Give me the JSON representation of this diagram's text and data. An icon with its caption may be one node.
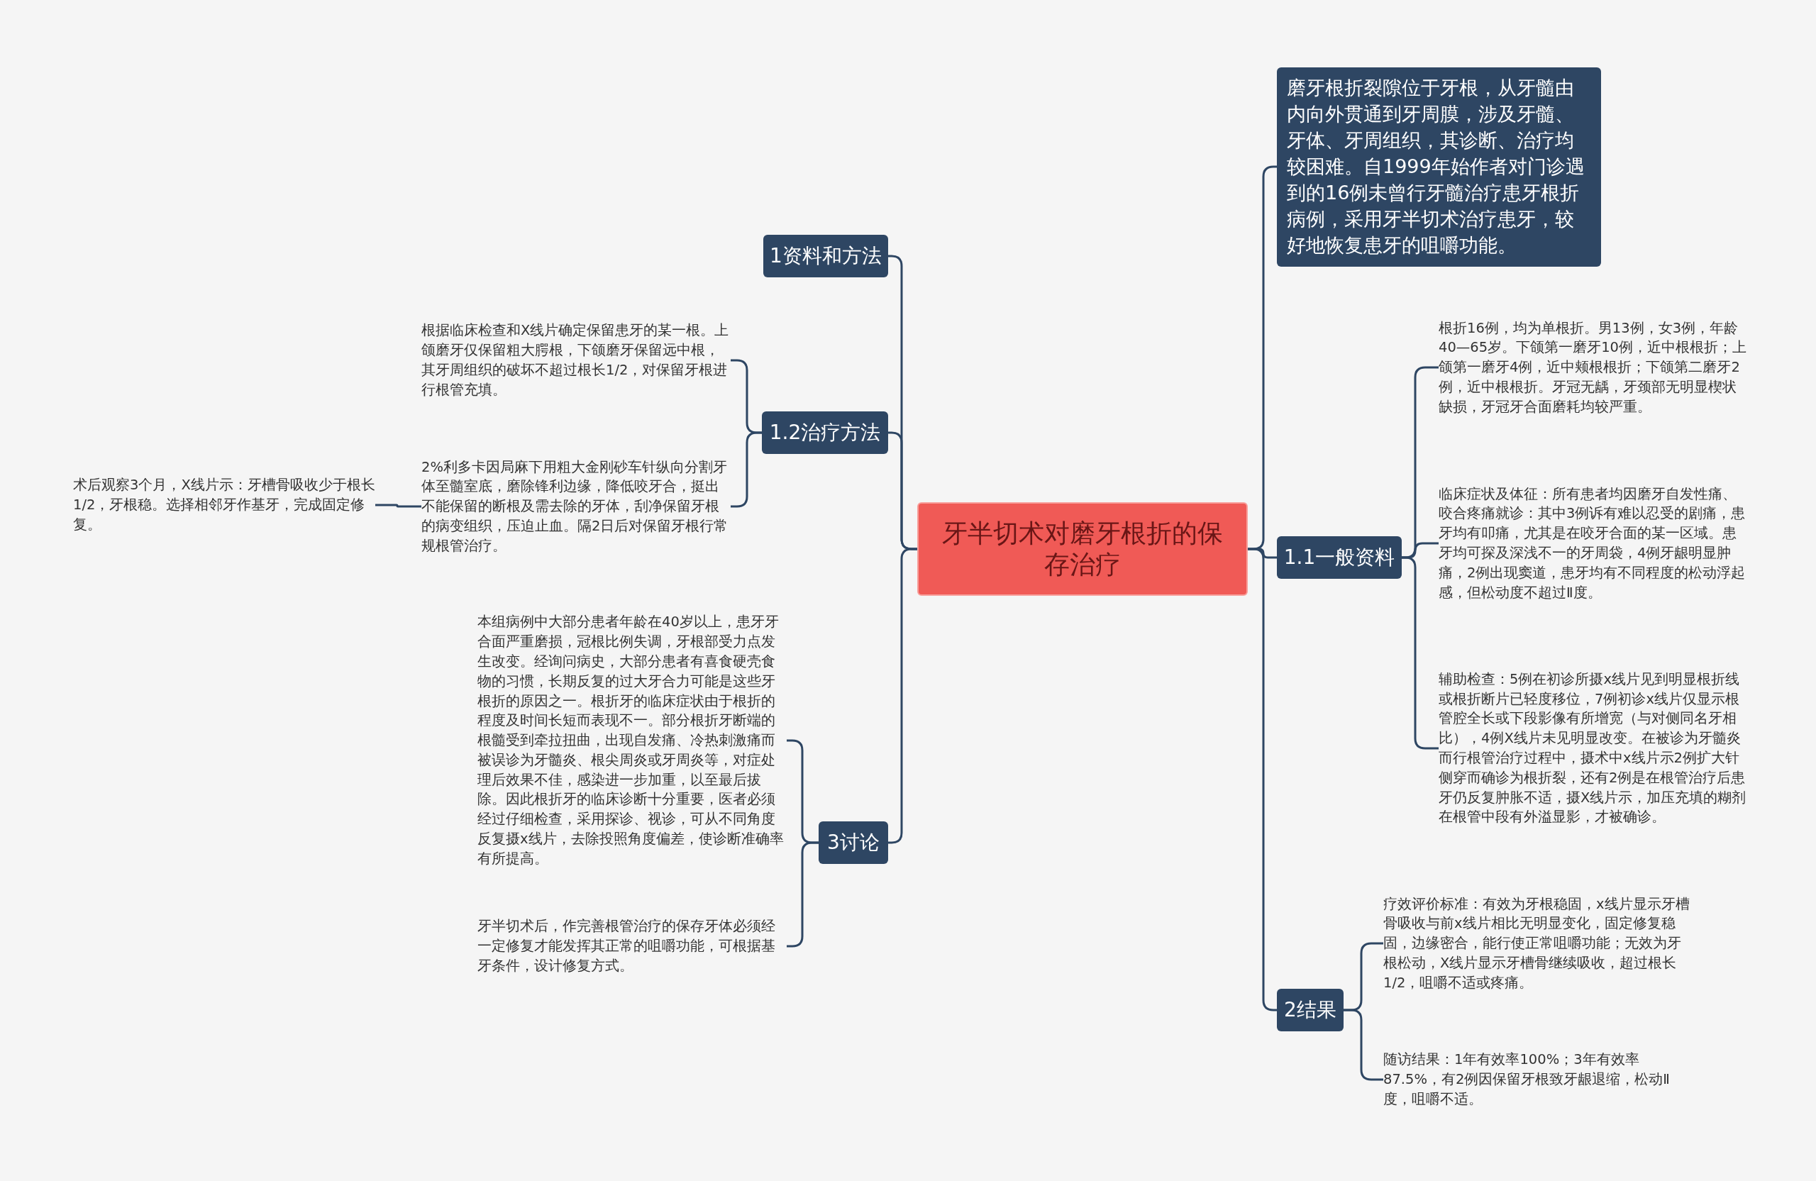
{
  "diagram": {
    "nodes": [
      {
        "text": [
          "牙半切术对磨牙根折的保存治疗"
        ]
      },
      {
        "text": [
          "1资料和方法"
        ]
      },
      {
        "text": [
          "1.2治疗方法"
        ]
      },
      {
        "text": [
          "根据临床检查和X线片确定保留患牙的某一根。上颌磨牙仅保留粗大腭根，下颌磨牙保留远中根，其牙周组织的破坏不超过根长1/2，对保留牙根进行根管充填。"
        ]
      },
      {
        "text": [
          "2%利多卡因局麻下用粗大金刚砂车针纵向分割牙体至髓室底，磨除锋利边缘，降低咬牙合，挺出不能保留的断根及需去除的牙体，刮净保留牙根的病变组织，压迫止血。隔2日后对保留牙根行常规根管治疗。"
        ]
      },
      {
        "text": [
          "术后观察3个月，X线片示：牙槽骨吸收少于根长1/2，牙根稳。选择相邻牙作基牙，完成固定修复。"
        ]
      },
      {
        "text": [
          "3讨论"
        ]
      },
      {
        "text": [
          "本组病例中大部分患者年龄在40岁以上，患牙牙合面严重磨损，冠根比例失调，牙根部受力点发生改变。经询问病史，大部分患者有喜食硬壳食物的习惯，长期反复的过大牙合力可能是这些牙根折的原因之一。根折牙的临床症状由于根折的程度及时间长短而表现不一。部分根折牙断端的根髓受到牵拉扭曲，出现自发痛、冷热刺激痛而被误诊为牙髓炎、根尖周炎或牙周炎等，对症处理后效果不佳，感染进一步加重，以至最后拔除。因此根折牙的临床诊断十分重要，医者必须经过仔细检查，采用探诊、视诊，可从不同角度反复摄x线片，去除投照角度偏差，使诊断准确率有所提高。"
        ]
      },
      {
        "text": [
          "牙半切术后，作完善根管治疗的保存牙体必须经一定修复才能发挥其正常的咀嚼功能，可根据基牙条件，设计修复方式。"
        ]
      },
      {
        "text": [
          "磨牙根折裂隙位于牙根，从牙髓由内向外贯通到牙周膜，涉及牙髓、牙体、牙周组织，其诊断、治疗均较困难。自1999年始作者对门诊遇到的16例未曾行牙髓治疗患牙根折病例，采用牙半切术治疗患牙，较好地恢复患牙的咀嚼功能。"
        ]
      },
      {
        "text": [
          "1.1一般资料"
        ]
      },
      {
        "text": [
          "根折16例，均为单根折。男13例，女3例，年龄40—65岁。下颌第一磨牙10例，近中根根折；上颌第一磨牙4例，近中颊根根折；下颌第二磨牙2例，近中根根折。牙冠无龋，牙颈部无明显楔状缺损，牙冠牙合面磨耗均较严重。"
        ]
      },
      {
        "text": [
          "临床症状及体征：所有患者均因磨牙自发性痛、咬合疼痛就诊：其中3例诉有难以忍受的剧痛，患牙均有叩痛，尤其是在咬牙合面的某一区域。患牙均可探及深浅不一的牙周袋，4例牙龈明显肿痛，2例出现窦道，患牙均有不同程度的松动浮起感，但松动度不超过Ⅱ度。"
        ]
      },
      {
        "text": [
          "辅助检查：5例在初诊所摄x线片见到明显根折线或根折断片已轻度移位，7例初诊x线片仅显示根管腔全长或下段影像有所增宽（与对侧同名牙相比），4例X线片未见明显改变。在被诊为牙髓炎而行根管治疗过程中，摄术中x线片示2例扩大针侧穿而确诊为根折裂，还有2例是在根管治疗后患牙仍反复肿胀不适，摄X线片示，加压充填的糊剂在根管中段有外溢显影，才被确诊。"
        ]
      },
      {
        "text": [
          "2结果"
        ]
      },
      {
        "text": [
          "疗效评价标准：有效为牙根稳固，x线片显示牙槽骨吸收与前x线片相比无明显变化，固定修复稳固，边缘密合，能行使正常咀嚼功能；无效为牙根松动，X线片显示牙槽骨继续吸收，超过根长1/2，咀嚼不适或疼痛。"
        ]
      },
      {
        "text": [
          "随访结果：1年有效率100%；3年有效率87.5%，有2例因保留牙根致牙龈退缩，松动Ⅱ度，咀嚼不适。"
        ]
      }
    ],
    "edges": [
      {
        "from": 0,
        "to": 1,
        "arrow": "none"
      },
      {
        "from": 0,
        "to": 2,
        "arrow": "none"
      },
      {
        "from": 2,
        "to": 3,
        "arrow": "none"
      },
      {
        "from": 2,
        "to": 4,
        "arrow": "none"
      },
      {
        "from": 4,
        "to": 5,
        "arrow": "none"
      },
      {
        "from": 0,
        "to": 6,
        "arrow": "none"
      },
      {
        "from": 6,
        "to": 7,
        "arrow": "none"
      },
      {
        "from": 6,
        "to": 8,
        "arrow": "none"
      },
      {
        "from": 0,
        "to": 9,
        "arrow": "none"
      },
      {
        "from": 0,
        "to": 10,
        "arrow": "none"
      },
      {
        "from": 10,
        "to": 11,
        "arrow": "none"
      },
      {
        "from": 10,
        "to": 12,
        "arrow": "none"
      },
      {
        "from": 10,
        "to": 13,
        "arrow": "none"
      },
      {
        "from": 0,
        "to": 14,
        "arrow": "none"
      },
      {
        "from": 14,
        "to": 15,
        "arrow": "none"
      },
      {
        "from": 14,
        "to": 16,
        "arrow": "none"
      }
    ]
  }
}
